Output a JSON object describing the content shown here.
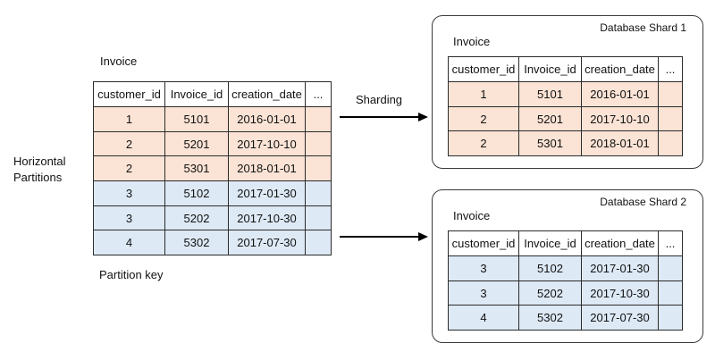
{
  "source": {
    "title": "Invoice",
    "columns": [
      "customer_id",
      "Invoice_id",
      "creation_date",
      "..."
    ],
    "rows": [
      [
        "1",
        "5101",
        "2016-01-01",
        ""
      ],
      [
        "2",
        "5201",
        "2017-10-10",
        ""
      ],
      [
        "2",
        "5301",
        "2018-01-01",
        ""
      ],
      [
        "3",
        "5102",
        "2017-01-30",
        ""
      ],
      [
        "3",
        "5202",
        "2017-10-30",
        ""
      ],
      [
        "4",
        "5302",
        "2017-07-30",
        ""
      ]
    ],
    "row_groups": [
      "shard1",
      "shard1",
      "shard1",
      "shard2",
      "shard2",
      "shard2"
    ]
  },
  "left_label": "Horizontal\nPartitions",
  "partition_key_label": "Partition key",
  "sharding_label": "Sharding",
  "shards": [
    {
      "name": "Database Shard 1",
      "table_title": "Invoice",
      "columns": [
        "customer_id",
        "Invoice_id",
        "creation_date",
        "..."
      ],
      "rows": [
        [
          "1",
          "5101",
          "2016-01-01",
          ""
        ],
        [
          "2",
          "5201",
          "2017-10-10",
          ""
        ],
        [
          "2",
          "5301",
          "2018-01-01",
          ""
        ]
      ],
      "group": "shard1"
    },
    {
      "name": "Database Shard 2",
      "table_title": "Invoice",
      "columns": [
        "customer_id",
        "Invoice_id",
        "creation_date",
        "..."
      ],
      "rows": [
        [
          "3",
          "5102",
          "2017-01-30",
          ""
        ],
        [
          "3",
          "5202",
          "2017-10-30",
          ""
        ],
        [
          "4",
          "5302",
          "2017-07-30",
          ""
        ]
      ],
      "group": "shard2"
    }
  ],
  "colors": {
    "shard1": "#fbe3d5",
    "shard2": "#dde9f5",
    "border": "#2b2b2b",
    "arrow": "#000000"
  }
}
